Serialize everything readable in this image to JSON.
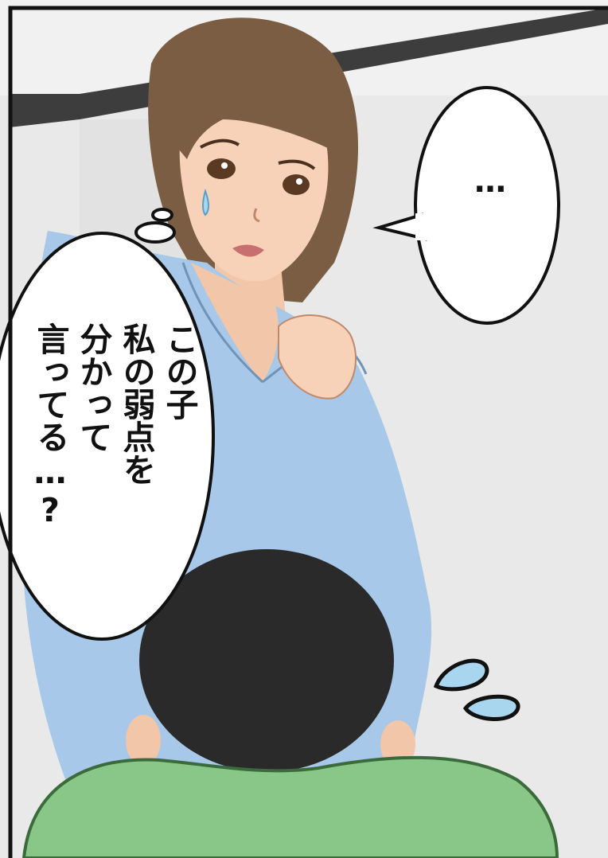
{
  "panel": {
    "thought_bubble": {
      "lines": [
        "この子",
        "私の弱点を",
        "分かって",
        "言ってる…?"
      ]
    },
    "speech_bubble": {
      "text": "…"
    }
  }
}
